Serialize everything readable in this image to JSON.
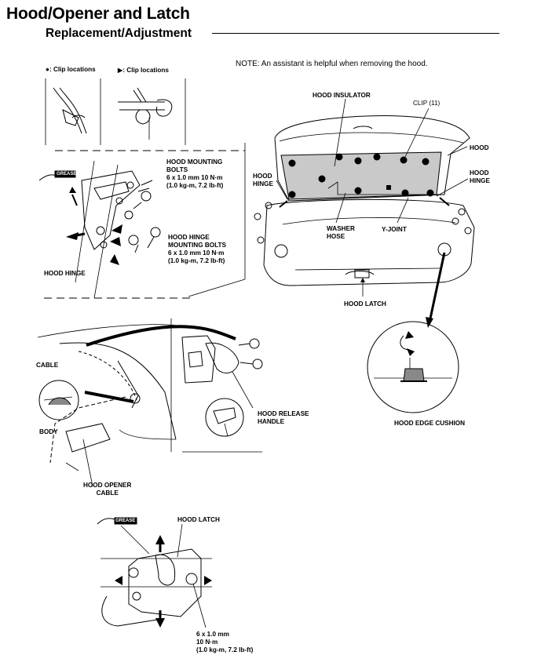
{
  "header": {
    "title": "Hood/Opener and Latch",
    "subtitle": "Replacement/Adjustment"
  },
  "note": "NOTE: An assistant is helpful when removing the hood.",
  "legend": {
    "dot_symbol": "●",
    "dot_text": ": Clip locations",
    "arrow_symbol": "▶",
    "arrow_text": ": Clip locations"
  },
  "hinge_detail": {
    "grease": "GREASE",
    "mounting_bolts": [
      "HOOD MOUNTING",
      "BOLTS",
      "6 x 1.0 mm 10 N·m",
      "(1.0 kg-m, 7.2 lb-ft)"
    ],
    "hinge_bolts": [
      "HOOD HINGE",
      "MOUNTING BOLTS",
      "6 x 1.0 mm 10 N·m",
      "(1.0 kg-m, 7.2 lb-ft)"
    ],
    "hood_hinge": "HOOD HINGE"
  },
  "main_view": {
    "hood_insulator": "HOOD INSULATOR",
    "clip": "CLIP (11)",
    "hood": "HOOD",
    "hood_hinge_left": [
      "HOOD",
      "HINGE"
    ],
    "hood_hinge_right": [
      "HOOD",
      "HINGE"
    ],
    "washer_hose": [
      "WASHER",
      "HOSE"
    ],
    "y_joint": "Y-JOINT",
    "hood_latch": "HOOD LATCH",
    "hood_edge_cushion": "HOOD EDGE CUSHION"
  },
  "cable_view": {
    "cable": "CABLE",
    "body": "BODY",
    "opener_cable": [
      "HOOD OPENER",
      "CABLE"
    ],
    "release_handle": [
      "HOOD RELEASE",
      "HANDLE"
    ]
  },
  "latch_view": {
    "grease": "GREASE",
    "hood_latch": "HOOD LATCH",
    "torque": [
      "6 x 1.0 mm",
      "10 N·m",
      "(1.0 kg-m, 7.2 lb-ft)"
    ]
  }
}
